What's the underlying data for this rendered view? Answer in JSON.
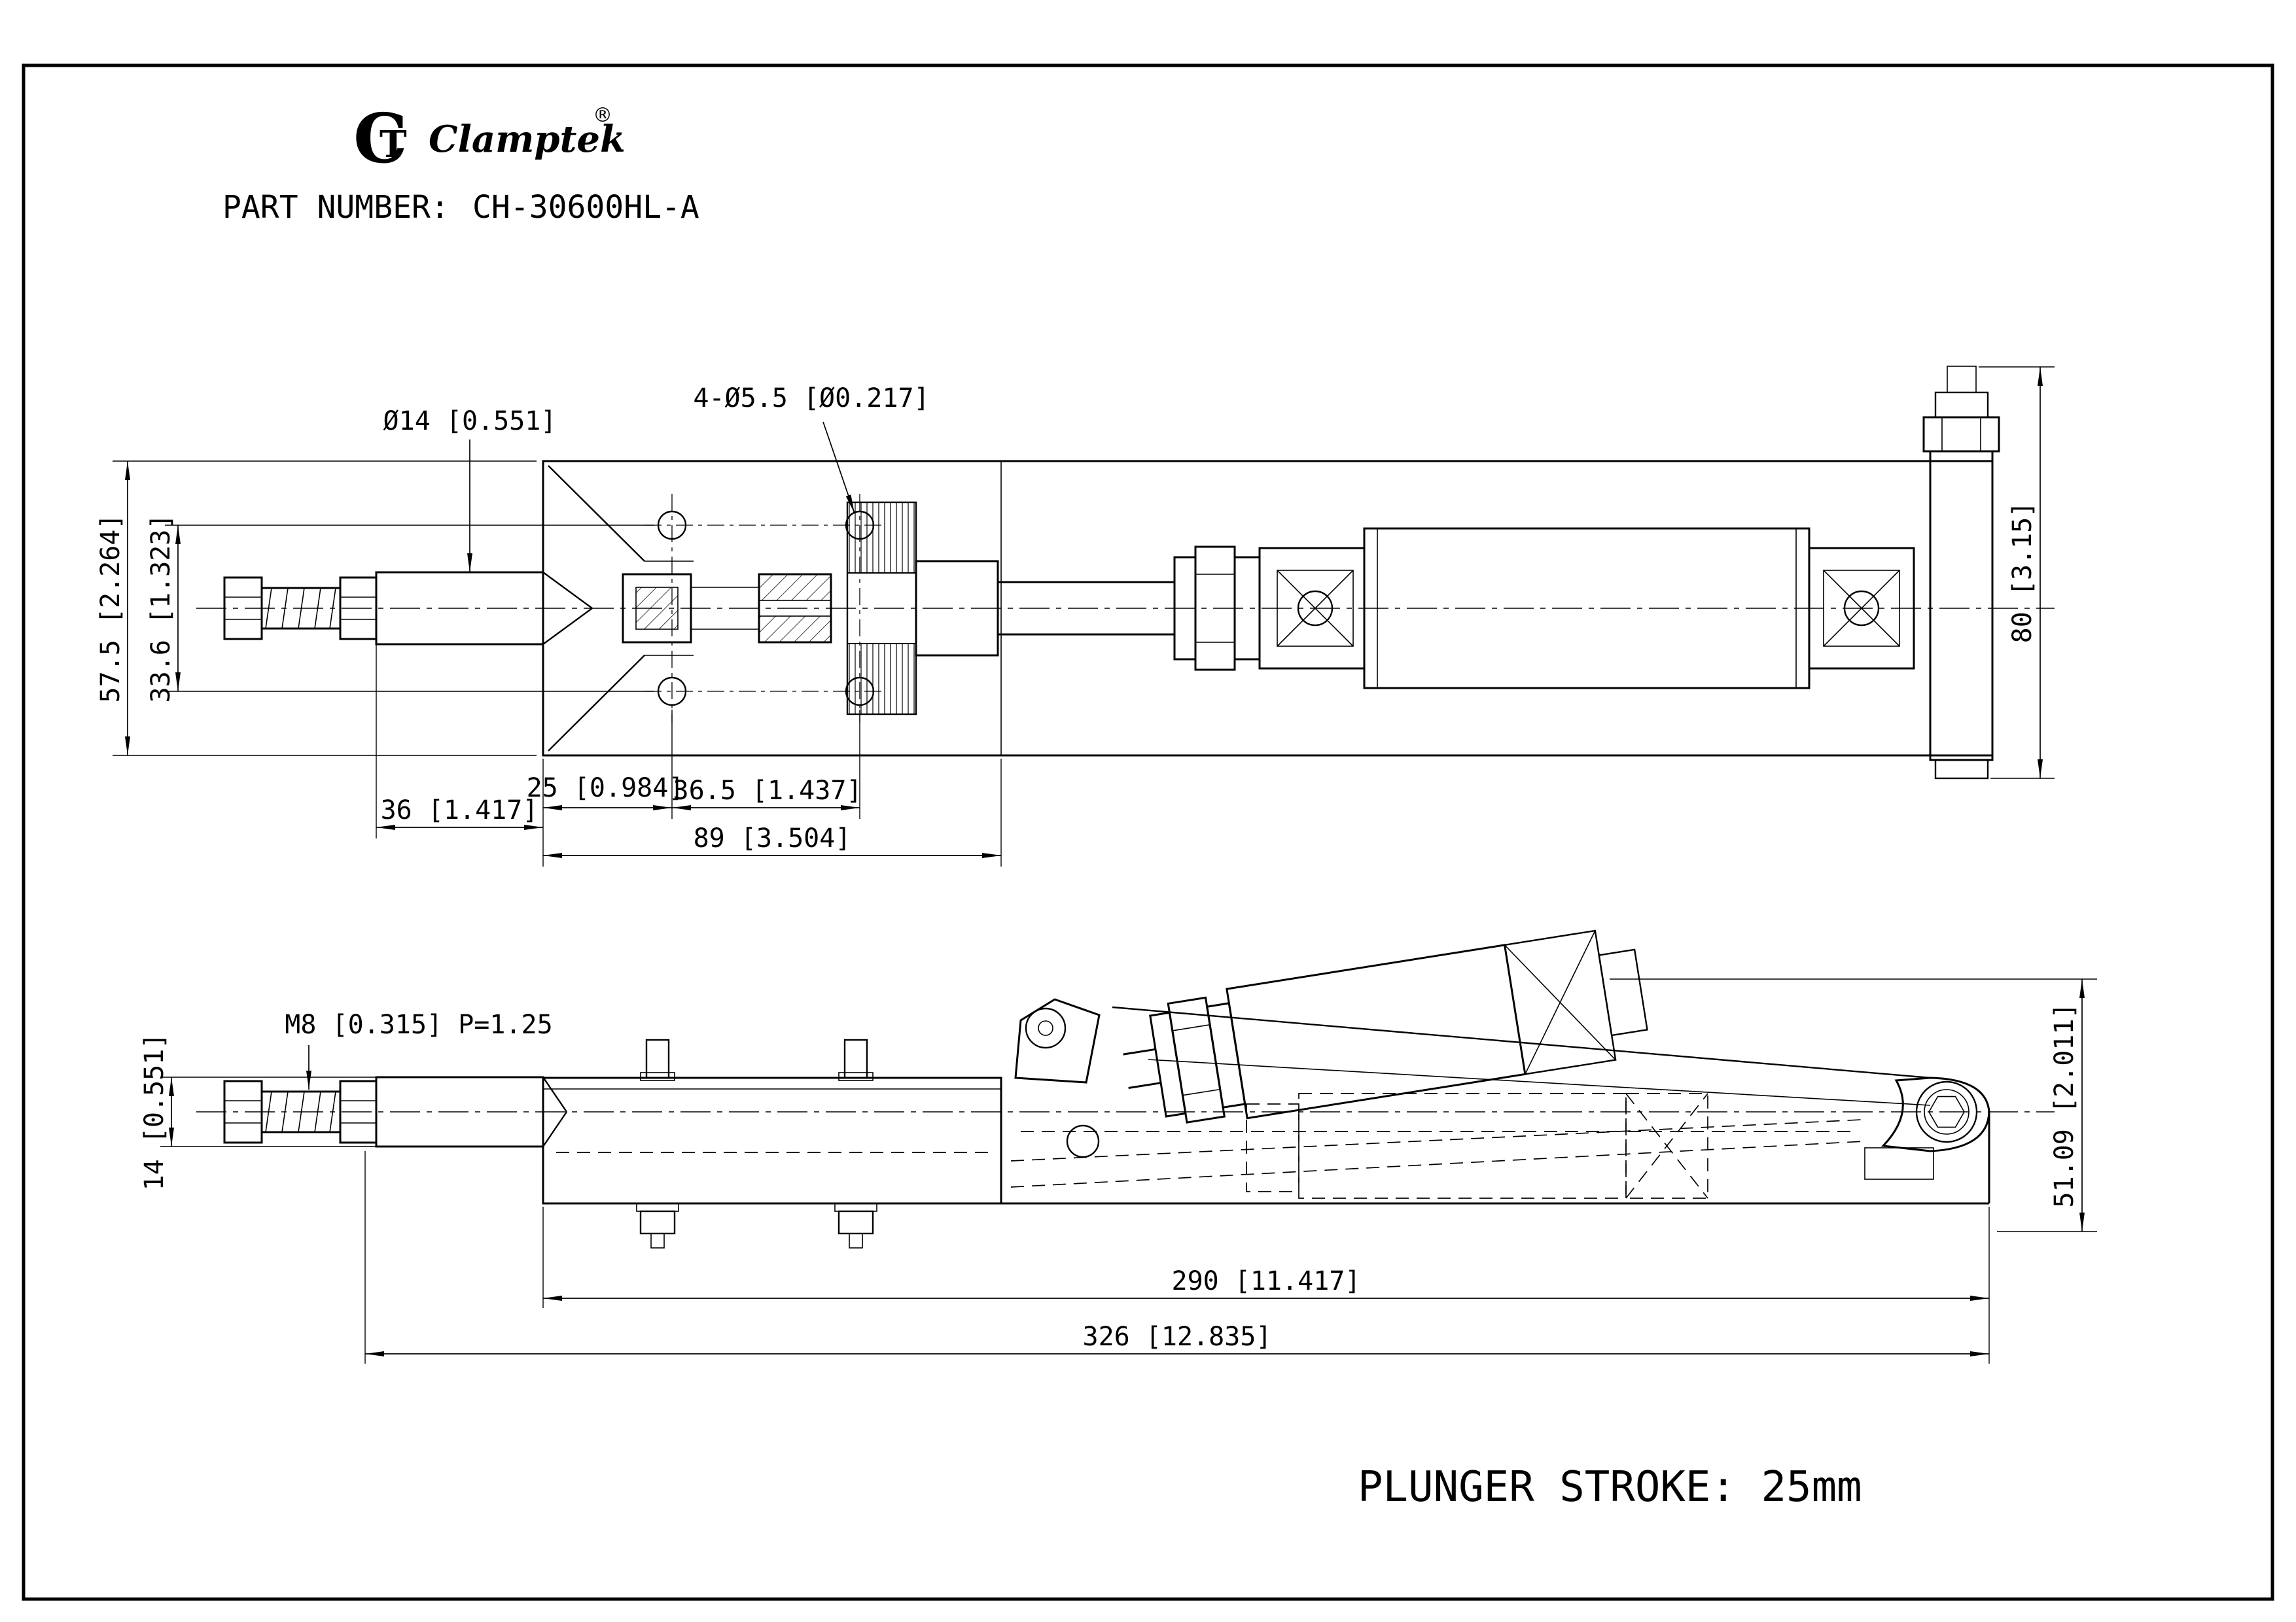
{
  "colors": {
    "line": "#000000",
    "background": "#ffffff"
  },
  "brand": {
    "mark_outer": "C",
    "mark_inner": "T",
    "name": "Clamptek",
    "registered": "®"
  },
  "document": {
    "part_number_label": "PART NUMBER:",
    "part_number": "CH-30600HL-A",
    "plunger_stroke_note": "PLUNGER STROKE: 25mm"
  },
  "top_view": {
    "dimensions": {
      "plunger_diameter": "Ø14 [0.551]",
      "mounting_holes": "4-Ø5.5 [Ø0.217]",
      "body_height": "57.5 [2.264]",
      "hole_row_spacing": "33.6 [1.323]",
      "bracket_height": "80 [3.15]",
      "nut_to_body": "36 [1.417]",
      "edge_to_hole": "25 [0.984]",
      "hole_spacing": "36.5 [1.437]",
      "slide_length": "89 [3.504]"
    }
  },
  "side_view": {
    "dimensions": {
      "thread_spec": "M8 [0.315] P=1.25",
      "plunger_diameter": "14 [0.551]",
      "end_height": "51.09 [2.011]",
      "body_length": "290 [11.417]",
      "overall_length": "326 [12.835]"
    }
  }
}
